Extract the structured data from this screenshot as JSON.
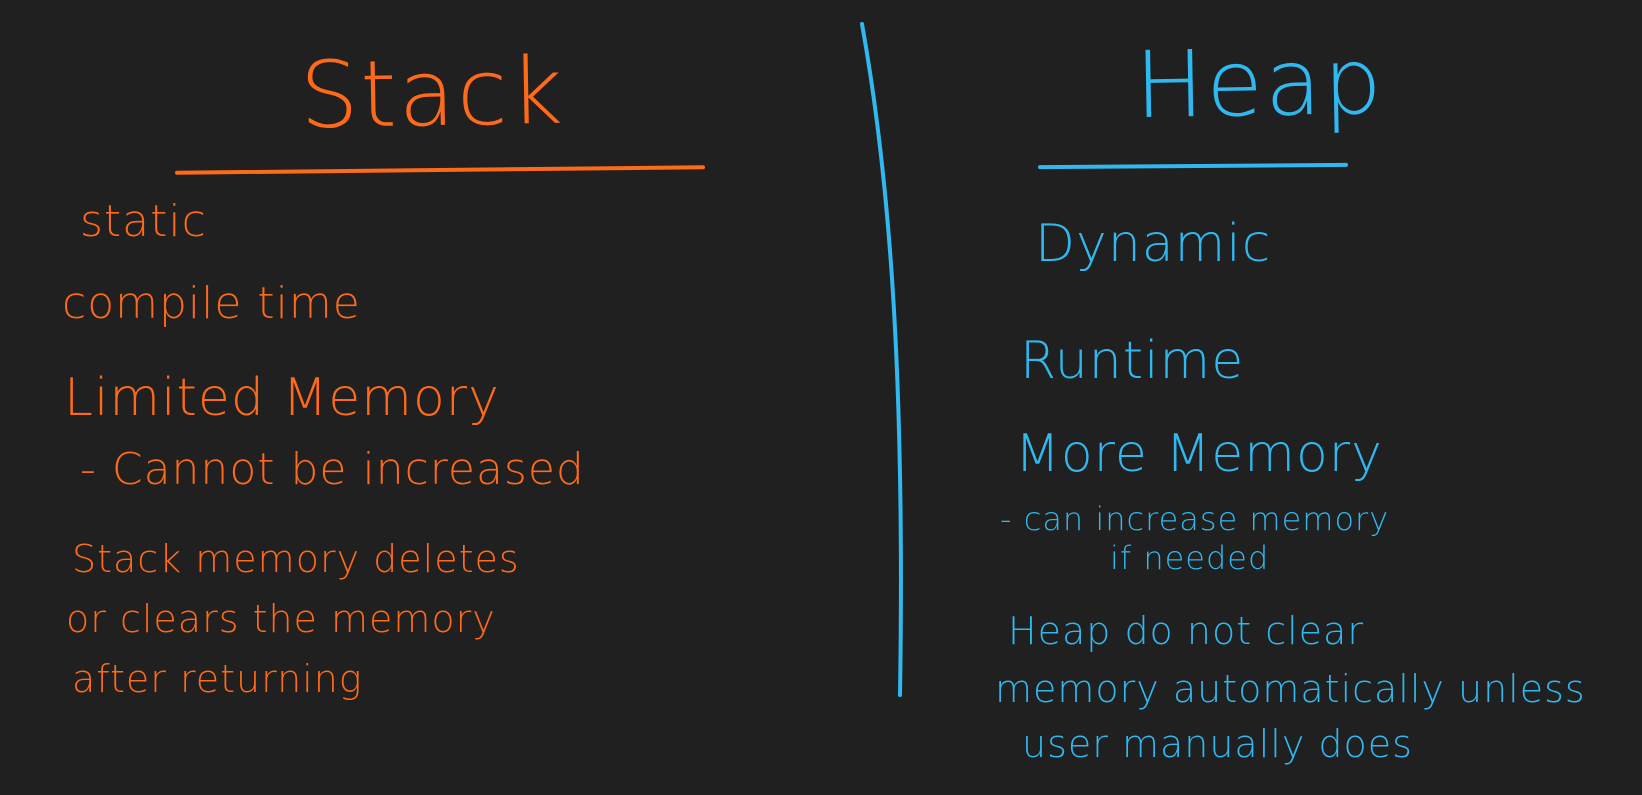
{
  "stack": {
    "title": "Stack",
    "items": {
      "static": "static",
      "compile_time": "compile time",
      "limited_memory": "Limited Memory",
      "cannot_increase": "- Cannot be increased",
      "deletes_line1": "Stack memory deletes",
      "deletes_line2": "or clears the memory",
      "deletes_line3": "after returning"
    }
  },
  "heap": {
    "title": "Heap",
    "items": {
      "dynamic": "Dynamic",
      "runtime": "Runtime",
      "more_memory": "More Memory",
      "can_increase_line1": "- can increase memory",
      "can_increase_line2": "if needed",
      "no_clear_line1": "Heap do not clear",
      "no_clear_line2": "memory automatically unless",
      "no_clear_line3": "user manually does"
    }
  },
  "colors": {
    "background": "#202020",
    "stack_ink": "#ff6a1a",
    "heap_ink": "#30b8f0"
  }
}
